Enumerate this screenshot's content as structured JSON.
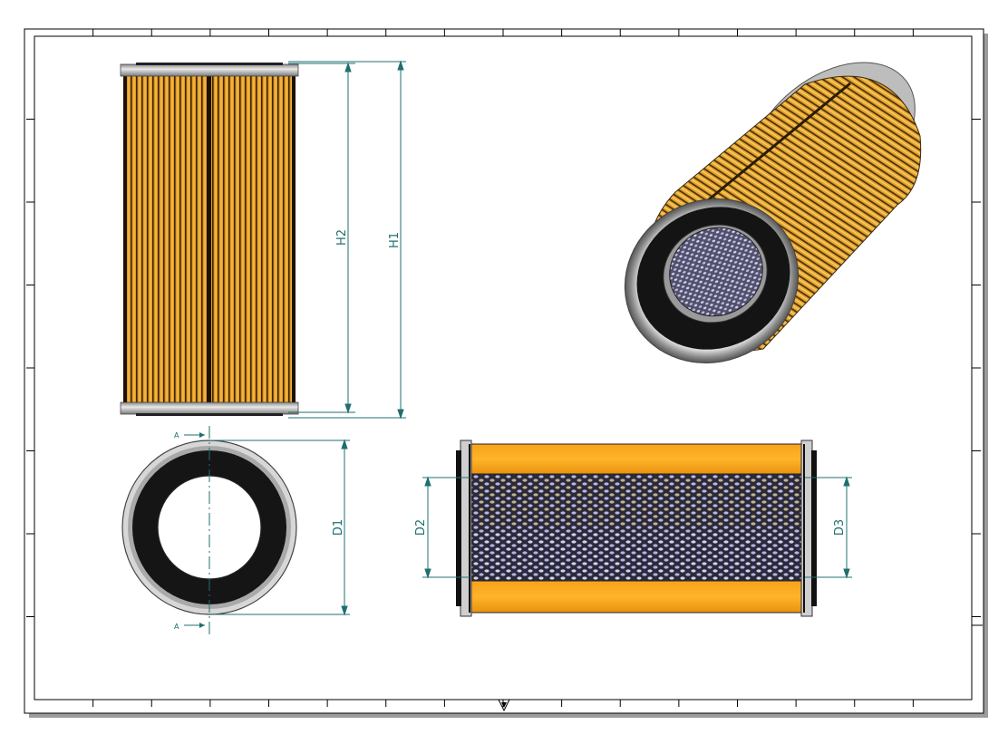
{
  "drawing": {
    "dimensions": {
      "h1": "H1",
      "h2": "H2",
      "d1": "D1",
      "d2": "D2",
      "d3": "D3"
    },
    "section_marks": [
      "A",
      "A"
    ],
    "colors": {
      "paper": "#ffffff",
      "border": "#000000",
      "dimension": "#1f6f6f",
      "pleat_orange": "#f0a21e",
      "pleat_dark": "#3a2a10",
      "endcap_black": "#141414",
      "endcap_metal": "#c9c9c9",
      "mesh_blue": "#a9a6d8"
    }
  }
}
